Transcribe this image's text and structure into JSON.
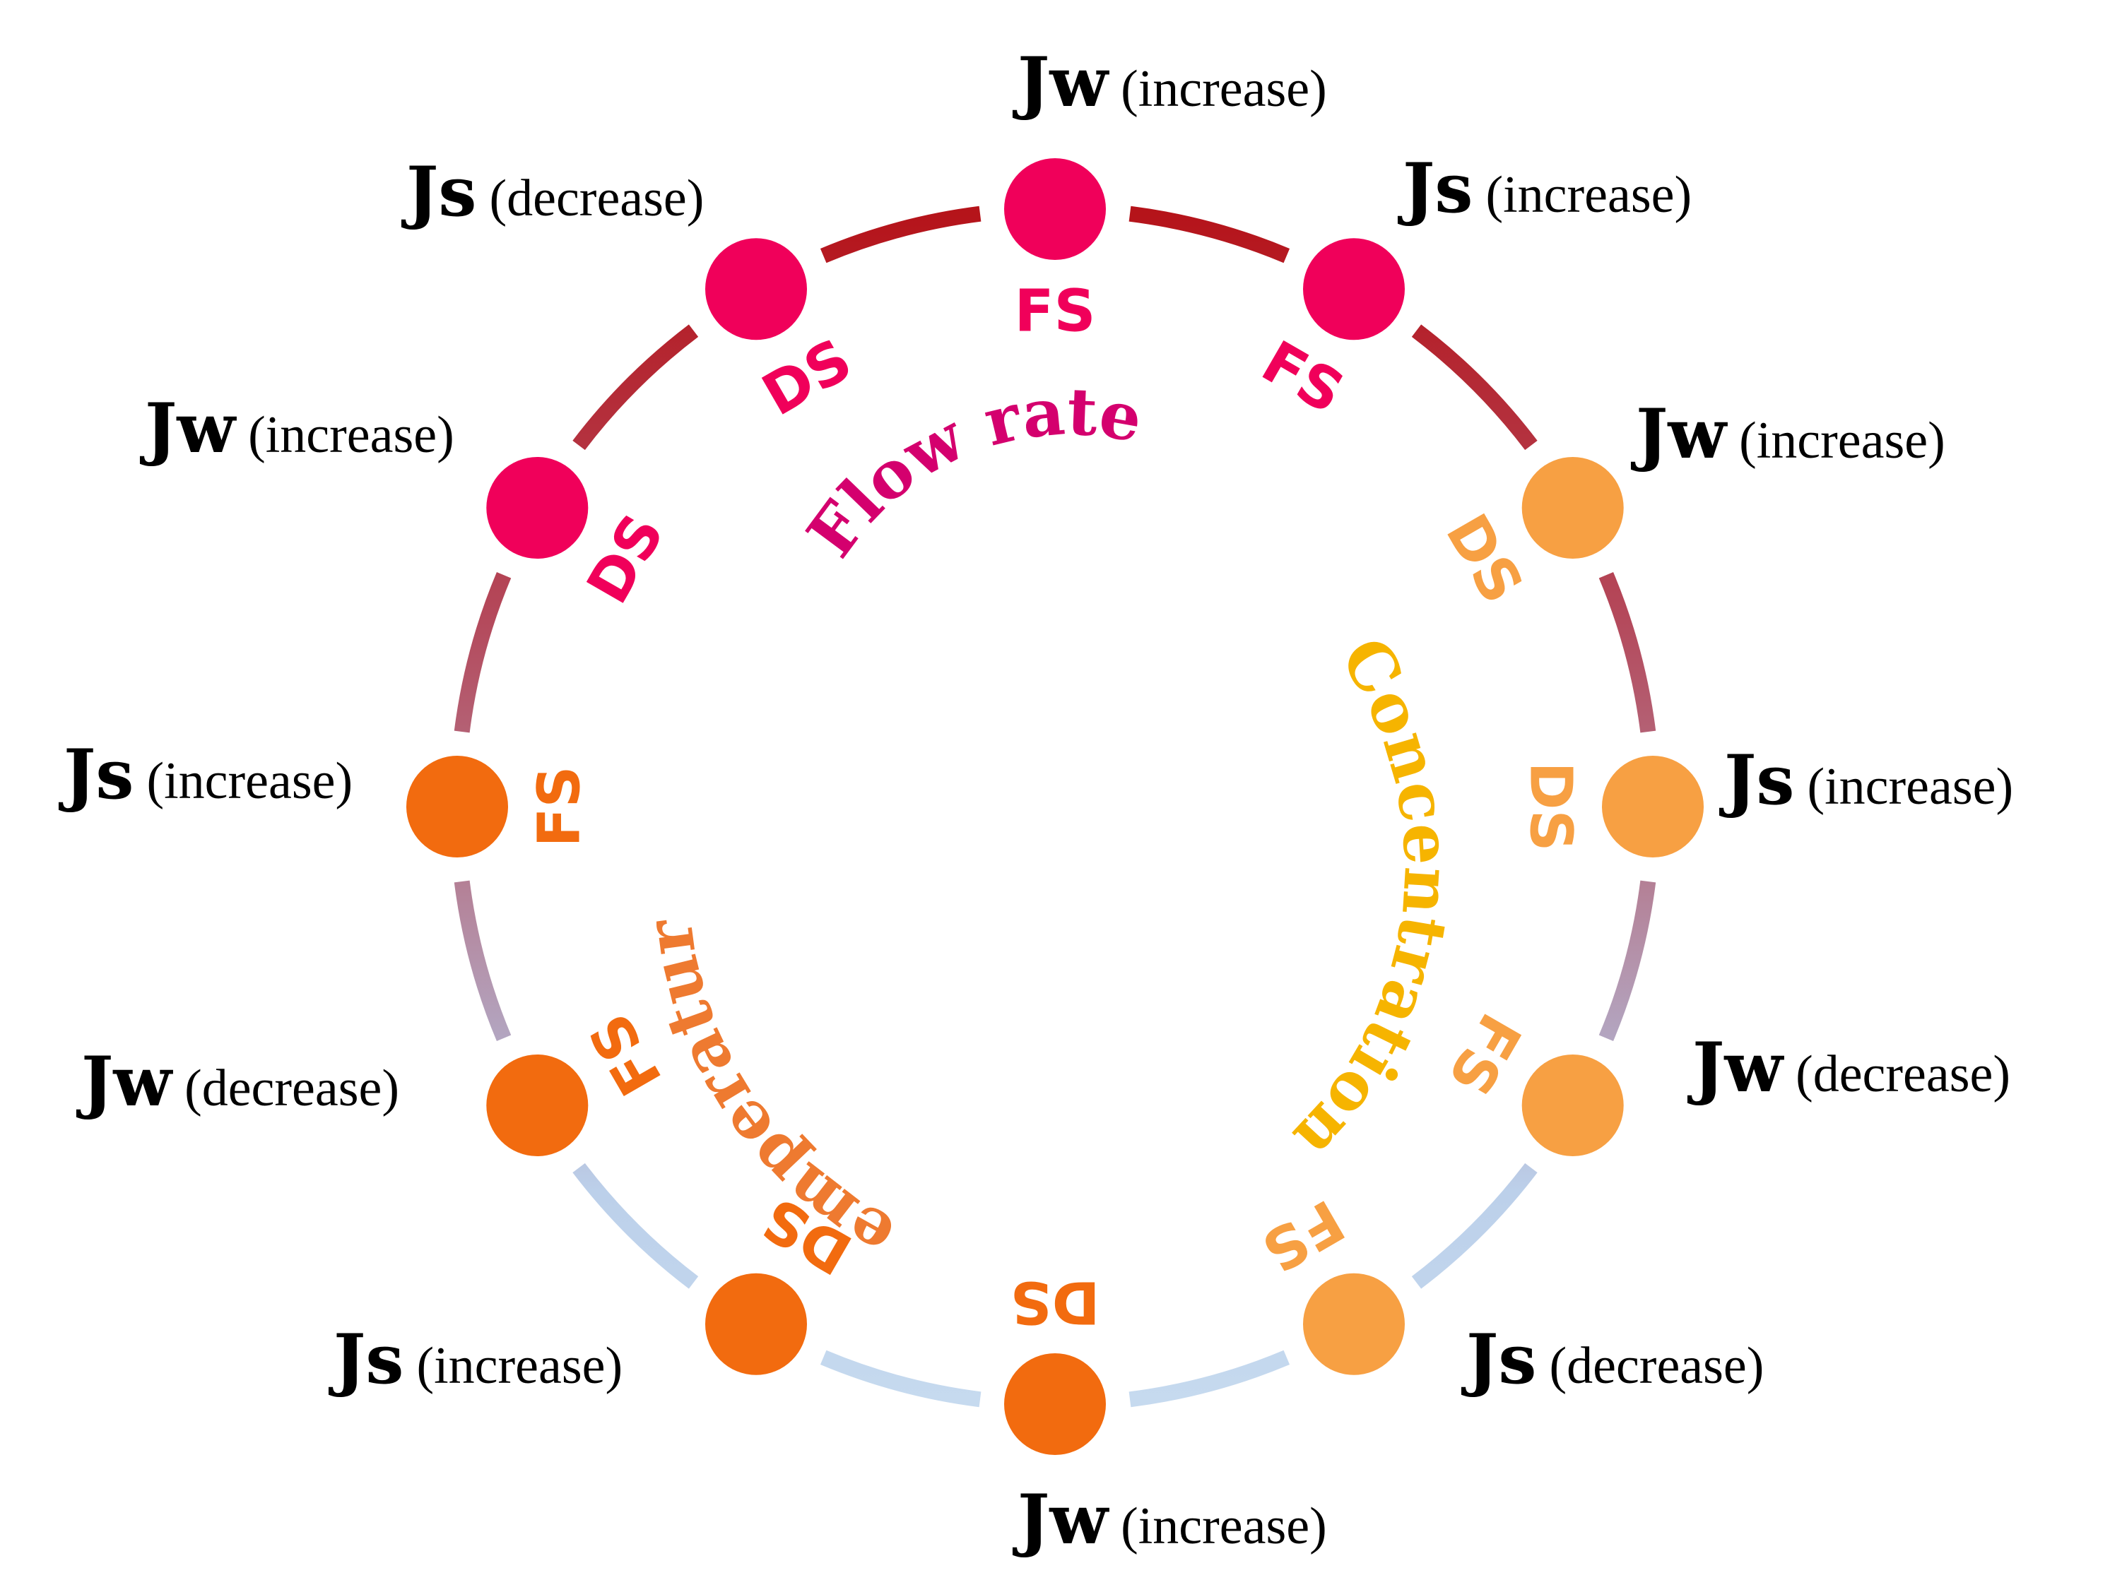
{
  "colors": {
    "flow": "#f0005a",
    "temp": "#f26b0f",
    "conc": "#f7a043",
    "conc_title": "#f6b400",
    "temp_title": "#ee7a30",
    "flow_title": "#d4006e"
  },
  "categories": {
    "flow": "Flow rate",
    "concentration": "Concentration",
    "temperature": "Temperature"
  },
  "nodes": [
    {
      "j": "Jw",
      "dir": "(increase)",
      "side": "FS",
      "group": "flow"
    },
    {
      "j": "Js",
      "dir": "(increase)",
      "side": "FS",
      "group": "flow"
    },
    {
      "j": "Jw",
      "dir": "(increase)",
      "side": "DS",
      "group": "conc"
    },
    {
      "j": "Js",
      "dir": "(increase)",
      "side": "DS",
      "group": "conc"
    },
    {
      "j": "Jw",
      "dir": "(decrease)",
      "side": "FS",
      "group": "conc"
    },
    {
      "j": "Js",
      "dir": "(decrease)",
      "side": "FS",
      "group": "conc"
    },
    {
      "j": "Jw",
      "dir": "(increase)",
      "side": "DS",
      "group": "temp"
    },
    {
      "j": "Js",
      "dir": "(increase)",
      "side": "DS",
      "group": "temp"
    },
    {
      "j": "Jw",
      "dir": "(decrease)",
      "side": "FS",
      "group": "temp"
    },
    {
      "j": "Js",
      "dir": "(increase)",
      "side": "FS",
      "group": "temp"
    },
    {
      "j": "Jw",
      "dir": "(increase)",
      "side": "DS",
      "group": "flow"
    },
    {
      "j": "Js",
      "dir": "(decrease)",
      "side": "DS",
      "group": "flow"
    }
  ]
}
